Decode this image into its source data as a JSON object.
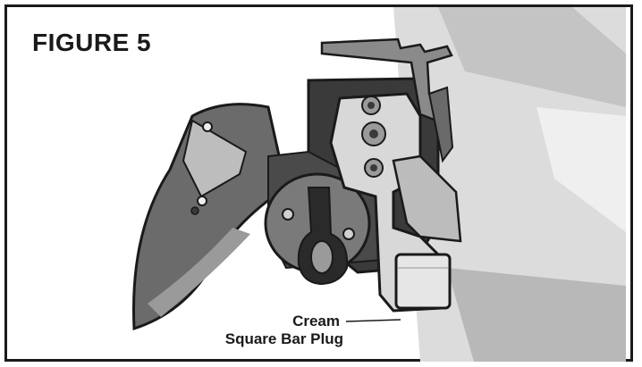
{
  "figure": {
    "title": "FIGURE 5"
  },
  "callout": {
    "line1": "Cream",
    "line2": "Square Bar Plug"
  },
  "colors": {
    "ink": "#1a1a1a",
    "dark": "#3a3a3a",
    "mid": "#8a8a8a",
    "light": "#d4d4d4",
    "cream": "#e6e6e6"
  }
}
